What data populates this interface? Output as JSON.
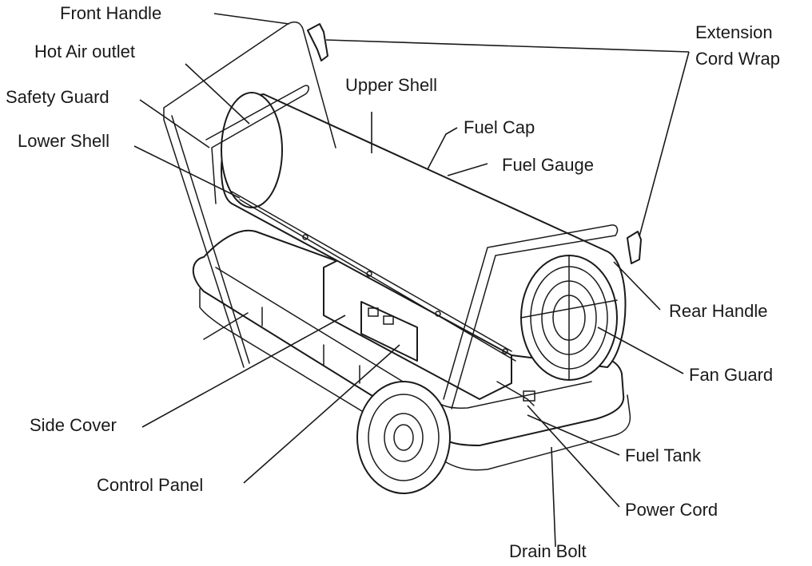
{
  "labels": {
    "front_handle": "Front Handle",
    "hot_air_outlet": "Hot Air outlet",
    "safety_guard": "Safety Guard",
    "lower_shell": "Lower Shell",
    "upper_shell": "Upper Shell",
    "fuel_cap": "Fuel Cap",
    "fuel_gauge": "Fuel Gauge",
    "extension_cord_wrap_line1": "Extension",
    "extension_cord_wrap_line2": "Cord Wrap",
    "rear_handle": "Rear Handle",
    "fan_guard": "Fan Guard",
    "side_cover": "Side Cover",
    "control_panel": "Control Panel",
    "fuel_tank": "Fuel Tank",
    "power_cord": "Power Cord",
    "drain_bolt": "Drain Bolt"
  },
  "colors": {
    "line": "#1a1a1a",
    "background": "#ffffff"
  }
}
